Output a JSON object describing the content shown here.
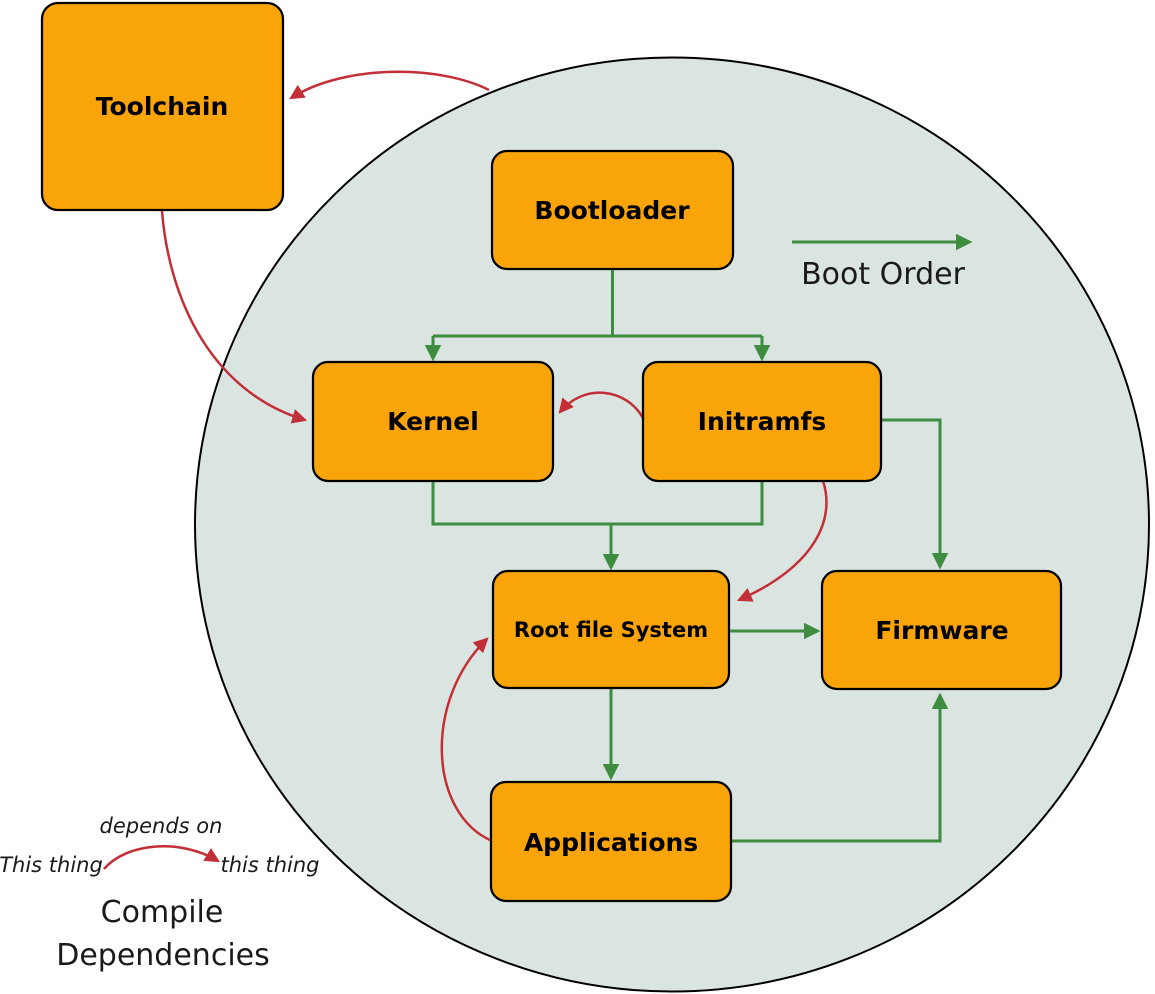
{
  "diagram": {
    "nodes": {
      "toolchain": "Toolchain",
      "bootloader": "Bootloader",
      "kernel": "Kernel",
      "initramfs": "Initramfs",
      "rootfs": "Root file System",
      "firmware": "Firmware",
      "applications": "Applications"
    },
    "boot_order_label": "Boot Order",
    "legend": {
      "depends_on": "depends on",
      "source_label": "This thing",
      "target_label": "this thing",
      "caption_line1": "Compile",
      "caption_line2": "Dependencies"
    },
    "boot_order_edges": [
      {
        "from": "Bootloader",
        "to": "Kernel"
      },
      {
        "from": "Bootloader",
        "to": "Initramfs"
      },
      {
        "from": "Kernel",
        "to": "Root file System"
      },
      {
        "from": "Initramfs",
        "to": "Root file System"
      },
      {
        "from": "Initramfs",
        "to": "Firmware"
      },
      {
        "from": "Root file System",
        "to": "Firmware"
      },
      {
        "from": "Root file System",
        "to": "Applications"
      },
      {
        "from": "Applications",
        "to": "Firmware"
      }
    ],
    "dependency_edges": [
      {
        "from": "system circle",
        "to": "Toolchain"
      },
      {
        "from": "Toolchain",
        "to": "Kernel"
      },
      {
        "from": "Initramfs",
        "to": "Kernel"
      },
      {
        "from": "Initramfs",
        "to": "Root file System"
      },
      {
        "from": "Applications",
        "to": "Root file System"
      }
    ],
    "colors": {
      "node_fill": "#f9a50a",
      "node_border": "#000000",
      "circle_fill": "#dae5e2",
      "boot_order_green": "#3e8c40",
      "dependency_red": "#c22f36"
    }
  }
}
